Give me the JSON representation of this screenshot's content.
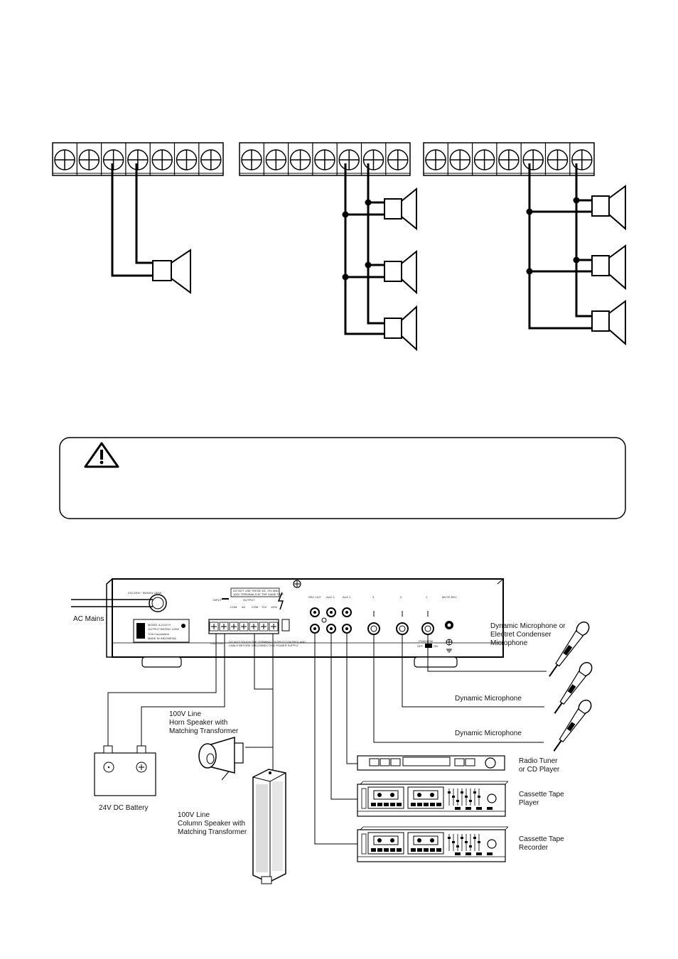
{
  "connection_labels": {
    "ac_mains": "AC Mains",
    "battery": "24V DC Battery",
    "horn_speaker": [
      "100V Line",
      "Horn Speaker with",
      "Matching Transformer"
    ],
    "column_speaker": [
      "100V Line",
      "Column Speaker with",
      "Matching Transformer"
    ],
    "mic_1": [
      "Dynamic Microphone or",
      "Electret Condenser",
      "Microphone"
    ],
    "mic_2": "Dynamic Microphone",
    "mic_3": "Dynamic Microphone",
    "tuner": [
      "Radio Tuner",
      "or CD Player"
    ],
    "cassette_player": [
      "Cassette Tape",
      "Player"
    ],
    "cassette_recorder": [
      "Cassette Tape",
      "Recorder"
    ]
  },
  "panel_text": {
    "power_rating": "220-240V~ 50/60Hz 184W",
    "warning": [
      "DO NOT USE THESE 4Ω, 70V AND",
      "100V TERMINALS AT THE SAME TIME"
    ],
    "output": "OUTPUT",
    "terminals": [
      "COM",
      "4Ω",
      "COM",
      "70V",
      "100V"
    ],
    "input": "INPUT",
    "rec_out": "REC OUT",
    "aux2": "AUX 2",
    "aux1": "AUX 1",
    "mic3": "3",
    "mic2": "2",
    "mic1": "1",
    "mute": "MUTE REC",
    "phantom": "PHANTOM",
    "phantom_off": "OFF",
    "phantom_on": "ON",
    "caution_word": "CAUTION",
    "caution_text": [
      "DO NOT TOUCH THE TERMINAL OUTPUT CONTROL AND",
      "CABLE BEFORE DISCONNECTING POWER SUPPLY"
    ],
    "model": [
      "MODEL A-2120 H",
      "OUTPUT RATING 120W",
      "TOA Corporation",
      "MADE IN INDONESIA"
    ]
  },
  "colors": {
    "line": "#000000",
    "background": "#ffffff"
  }
}
